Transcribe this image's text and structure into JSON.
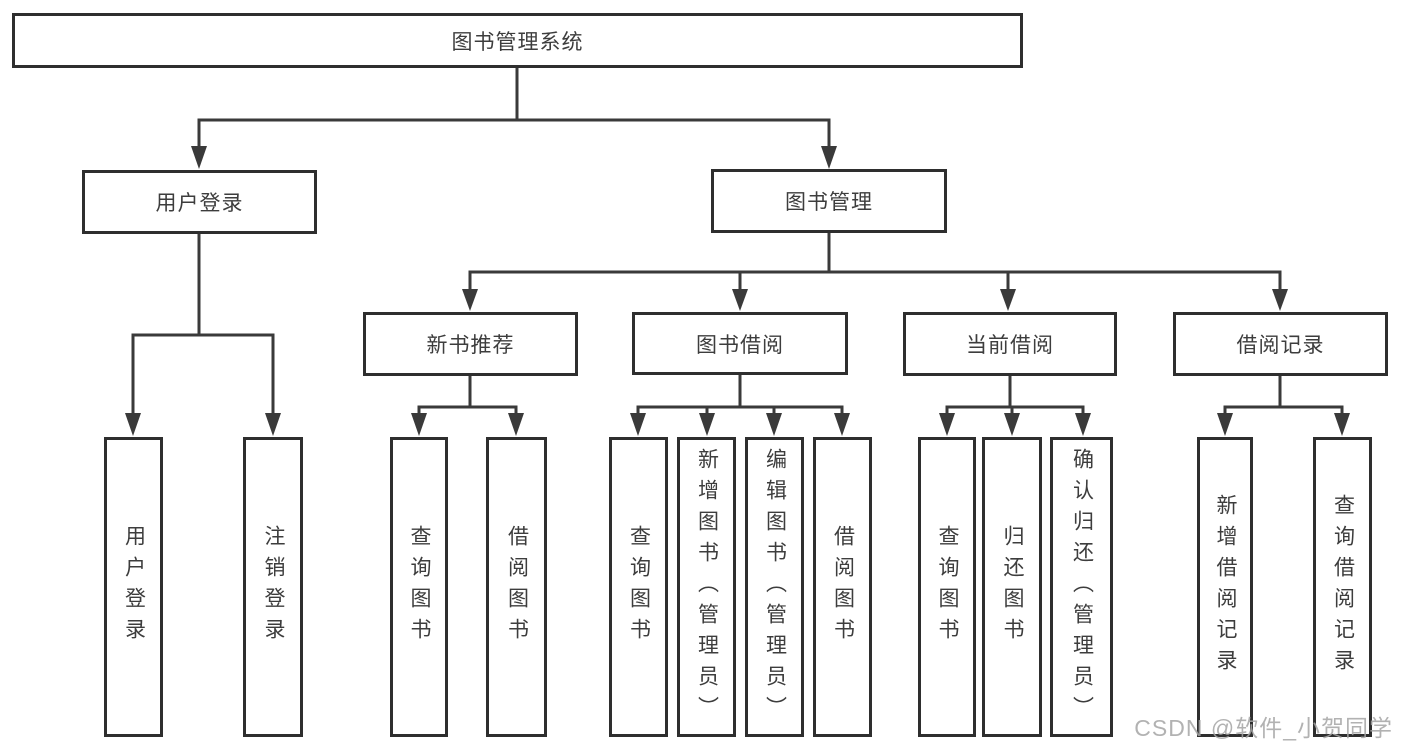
{
  "tree": {
    "label": "图书管理系统",
    "children": [
      {
        "label": "用户登录",
        "children": [
          {
            "label": "用户登录"
          },
          {
            "label": "注销登录"
          }
        ]
      },
      {
        "label": "图书管理",
        "children": [
          {
            "label": "新书推荐",
            "children": [
              {
                "label": "查询图书"
              },
              {
                "label": "借阅图书"
              }
            ]
          },
          {
            "label": "图书借阅",
            "children": [
              {
                "label": "查询图书"
              },
              {
                "label": "新增图书（管理员）"
              },
              {
                "label": "编辑图书（管理员）"
              },
              {
                "label": "借阅图书"
              }
            ]
          },
          {
            "label": "当前借阅",
            "children": [
              {
                "label": "查询图书"
              },
              {
                "label": "归还图书"
              },
              {
                "label": "确认归还（管理员）"
              }
            ]
          },
          {
            "label": "借阅记录",
            "children": [
              {
                "label": "新增借阅记录"
              },
              {
                "label": "查询借阅记录"
              }
            ]
          }
        ]
      }
    ]
  },
  "watermark": {
    "text": "CSDN @软件_小贺同学"
  },
  "colors": {
    "line": "#3a3a3a",
    "box_border": "#2e2e2e",
    "text": "#3d3d3d",
    "watermark": "#a5a5a5",
    "background": "#ffffff"
  }
}
